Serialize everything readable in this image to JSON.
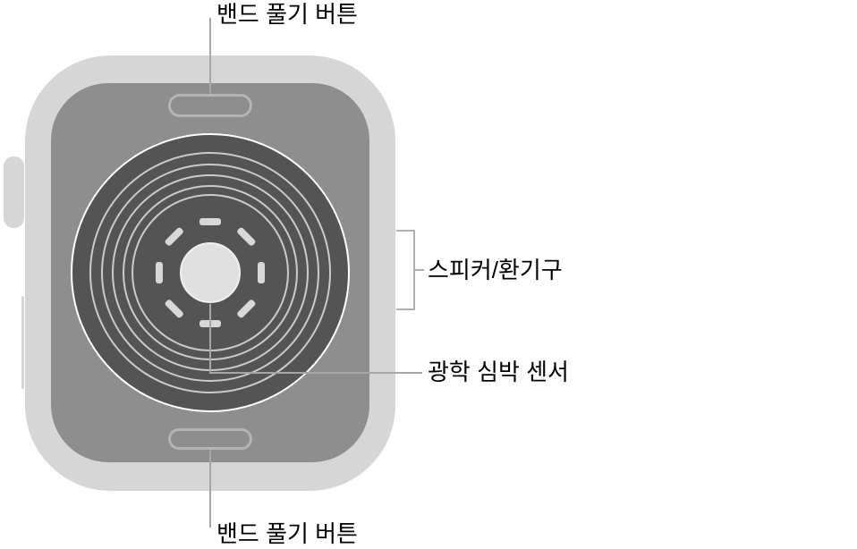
{
  "labels": {
    "band_release_top": "밴드 풀기 버튼",
    "speaker_vent": "스피커/환기구",
    "optical_heart_sensor": "광학 심박 센서",
    "band_release_bottom": "밴드 풀기 버튼"
  },
  "colors": {
    "background": "#ffffff",
    "body": "#d6d6d6",
    "back_panel": "#8e8e8e",
    "sensor_disc": "#545454",
    "ring_stroke": "#cbcbcb",
    "sensor_center": "#e0e0e0",
    "dash": "#d8d8d8",
    "button_outline": "#b4b4b4",
    "callout_line": "#a6a6a6",
    "bracket_line": "#b0b0b0",
    "label_text": "#000000"
  }
}
